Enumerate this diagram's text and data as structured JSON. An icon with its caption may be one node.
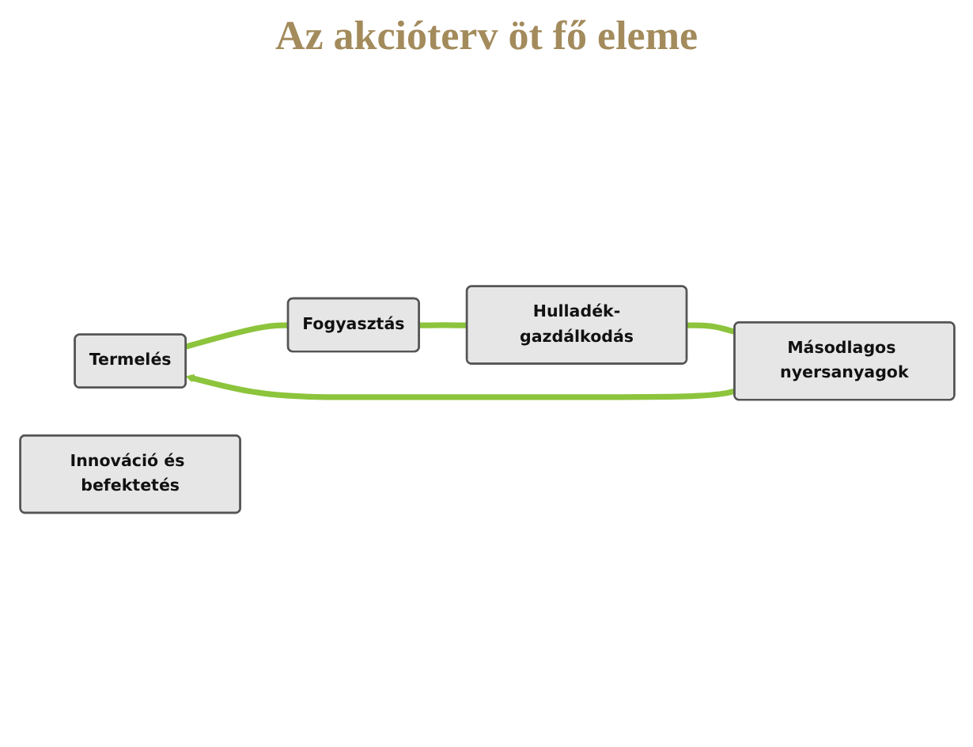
{
  "diagram": {
    "title": "Az akcióterv öt fő eleme",
    "nodes": [
      {
        "text": [
          "Termelés"
        ]
      },
      {
        "text": [
          "Fogyasztás"
        ]
      },
      {
        "text": [
          "Hulladék-gazdálkodás"
        ]
      },
      {
        "text": [
          "Másodlagos nyersanyagok"
        ]
      },
      {
        "text": [
          "Innováció és befektetés"
        ]
      }
    ],
    "edges": [
      {
        "from": 0,
        "to": 1,
        "arrow": "none"
      },
      {
        "from": 1,
        "to": 2,
        "arrow": "none"
      },
      {
        "from": 2,
        "to": 3,
        "arrow": "none"
      },
      {
        "from": 3,
        "to": 0,
        "arrow": "to"
      }
    ]
  }
}
